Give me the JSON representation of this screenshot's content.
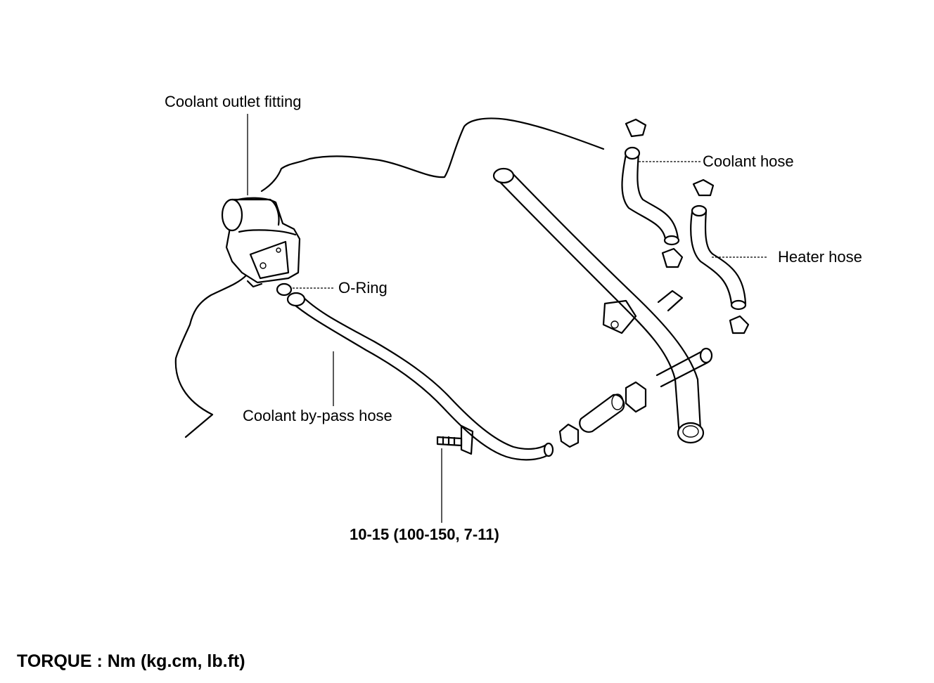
{
  "labels": {
    "coolant_outlet_fitting": "Coolant outlet fitting",
    "coolant_hose": "Coolant hose",
    "heater_hose": "Heater hose",
    "o_ring": "O-Ring",
    "coolant_bypass_hose": "Coolant by-pass hose",
    "torque_value": "10-15 (100-150, 7-11)"
  },
  "footer": {
    "torque_units": "TORQUE : Nm (kg.cm, lb.ft)"
  }
}
